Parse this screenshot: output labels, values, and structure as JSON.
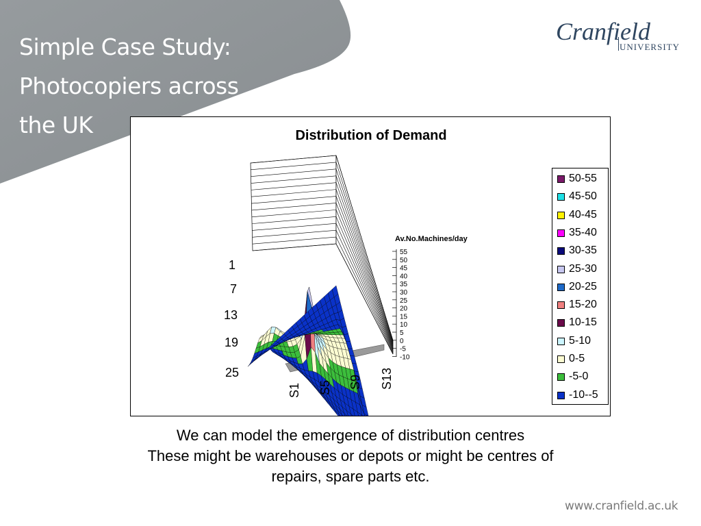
{
  "slide": {
    "title_lines": [
      "Simple Case Study:",
      "Photocopiers across",
      "the UK"
    ],
    "banner_color": "#8f9497",
    "logo": {
      "name": "Cranfield",
      "sub": "UNIVERSITY"
    },
    "caption_lines": [
      "We can model the emergence of distribution centres",
      "These might be warehouses or depots or might be centres of",
      "repairs, spare parts etc."
    ],
    "footer_url": "www.cranfield.ac.uk"
  },
  "chart_data": {
    "type": "surface",
    "title": "Distribution of Demand",
    "zlabel": "Av.No.Machines/day",
    "zlim": [
      -10,
      55
    ],
    "z_ticks": [
      "55",
      "50",
      "45",
      "40",
      "35",
      "30",
      "25",
      "20",
      "15",
      "10",
      "5",
      "0",
      "-5",
      "-10"
    ],
    "row_ticks": [
      "1",
      "7",
      "13",
      "19",
      "25"
    ],
    "col_ticks": [
      "S1",
      "S5",
      "S9",
      "S13"
    ],
    "legend_position": "right",
    "bands": [
      {
        "label": "50-55",
        "color": "#7b1a6a"
      },
      {
        "label": "45-50",
        "color": "#1ee0e6"
      },
      {
        "label": "40-45",
        "color": "#fff200"
      },
      {
        "label": "35-40",
        "color": "#ff00ff"
      },
      {
        "label": "30-35",
        "color": "#0a0a7a"
      },
      {
        "label": "25-30",
        "color": "#c8c8f0"
      },
      {
        "label": "20-25",
        "color": "#1e6ac8"
      },
      {
        "label": "15-20",
        "color": "#f08080"
      },
      {
        "label": "10-15",
        "color": "#6a0a4a"
      },
      {
        "label": "5-10",
        "color": "#ccf5ff"
      },
      {
        "label": "0-5",
        "color": "#fcfcd2"
      },
      {
        "label": "-5-0",
        "color": "#3cbe3c"
      },
      {
        "label": "-10--5",
        "color": "#0a32c8"
      }
    ]
  }
}
